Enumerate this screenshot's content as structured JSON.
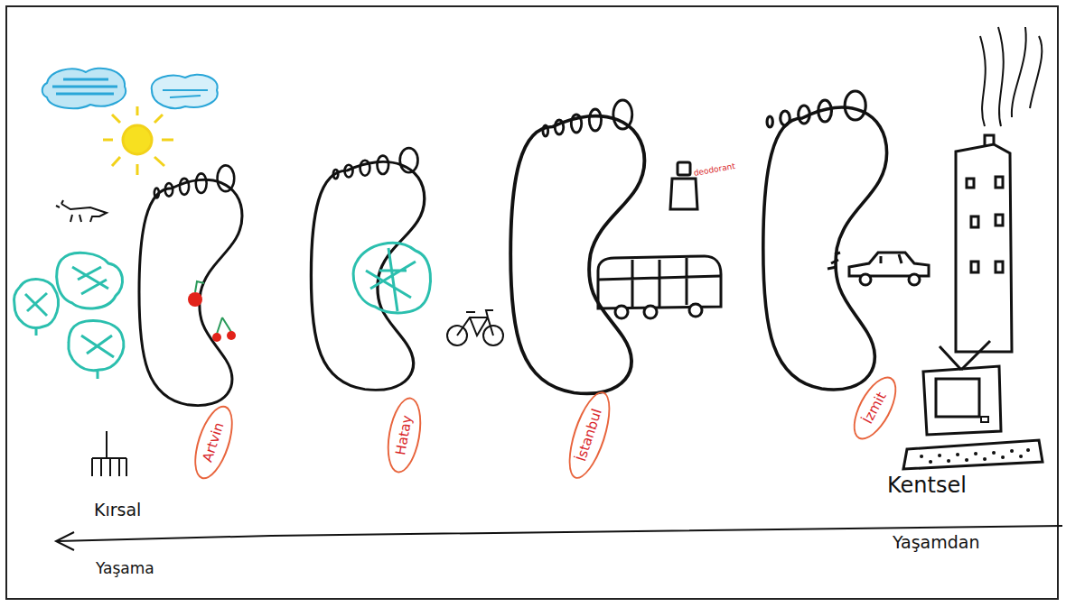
{
  "diagram": {
    "nodes": [
      {
        "text": [
          "Artvin"
        ]
      },
      {
        "text": [
          "Hatay"
        ]
      },
      {
        "text": [
          "İstanbul"
        ]
      },
      {
        "text": [
          "İzmit"
        ]
      }
    ],
    "labels": [
      "deodorant",
      "Kırsal",
      "Yaşama",
      "Kentsel",
      "Yaşamdan"
    ]
  }
}
